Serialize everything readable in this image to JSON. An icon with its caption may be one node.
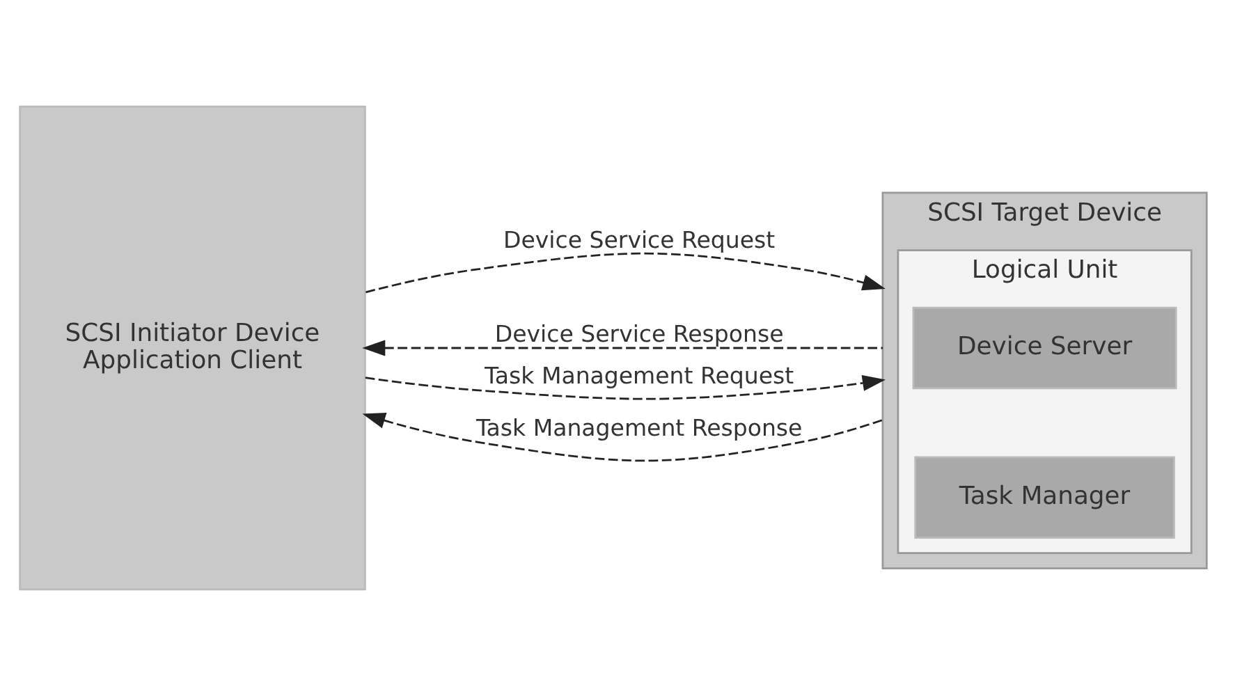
{
  "diagram": {
    "nodes": [
      {
        "text": [
          "SCSI Initiator Device",
          "Application Client"
        ]
      },
      {
        "text": [
          "SCSI Target Device"
        ]
      },
      {
        "text": [
          "Logical Unit"
        ],
        "in": 1
      },
      {
        "text": [
          "Device Server"
        ],
        "in": 2
      },
      {
        "text": [
          "Task Manager"
        ],
        "in": 2
      }
    ],
    "edges": [
      {
        "from": 0,
        "to": 1,
        "arrow": "to",
        "label": "Device Service Request",
        "style": "dashed"
      },
      {
        "from": 1,
        "to": 0,
        "arrow": "to",
        "label": "Device Service Response",
        "style": "dashed"
      },
      {
        "from": 0,
        "to": 1,
        "arrow": "to",
        "label": "Task Management Request",
        "style": "dashed"
      },
      {
        "from": 1,
        "to": 0,
        "arrow": "to",
        "label": "Task Management Response",
        "style": "dashed"
      }
    ]
  }
}
